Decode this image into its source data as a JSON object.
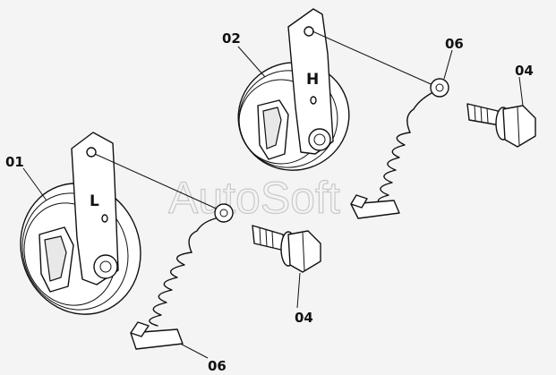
{
  "diagram": {
    "watermark": "AutoSoft",
    "callouts": {
      "horn_low": "01",
      "horn_high": "02",
      "bolt_upper": "04",
      "bolt_lower": "04",
      "harness_upper": "06",
      "harness_lower": "06"
    },
    "stamps": {
      "low": "L",
      "high": "H"
    }
  }
}
